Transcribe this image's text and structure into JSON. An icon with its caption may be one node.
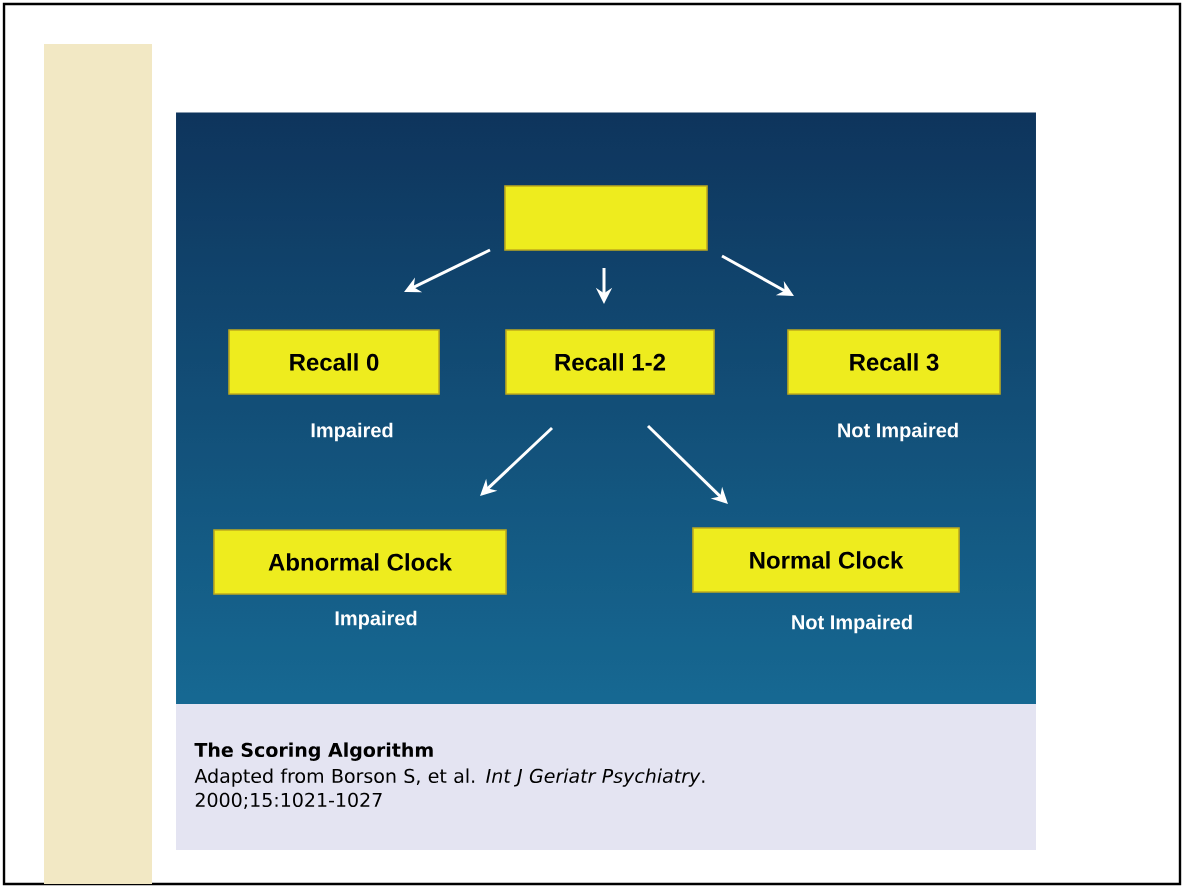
{
  "diagram": {
    "title": "The Scoring Algorithm",
    "caption": "Adapted from Borson S, et al. *Int J Geriatr Psychiatry*. 2000;15:1021-1027",
    "nodes": [
      {
        "text": [],
        "shape": "box"
      },
      {
        "text": [
          "Recall  0"
        ],
        "beside": [
          "Impaired"
        ]
      },
      {
        "text": [
          "Recall  1-2"
        ]
      },
      {
        "text": [
          "Recall  3"
        ],
        "beside": [
          "Not Impaired"
        ]
      },
      {
        "text": [
          "Abnormal Clock"
        ],
        "beside": [
          "Impaired"
        ]
      },
      {
        "text": [
          "Normal Clock"
        ],
        "beside": [
          "Not Impaired"
        ]
      }
    ],
    "edges": [
      {
        "from": 0,
        "to": 1,
        "arrow": "to"
      },
      {
        "from": 0,
        "to": 2,
        "arrow": "to"
      },
      {
        "from": 0,
        "to": 3,
        "arrow": "to"
      },
      {
        "from": 2,
        "to": 4,
        "arrow": "to"
      },
      {
        "from": 2,
        "to": 5,
        "arrow": "to"
      }
    ]
  }
}
